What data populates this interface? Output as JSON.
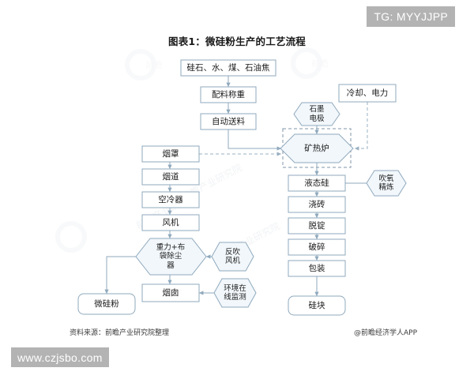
{
  "title": "图表1：微硅粉生产的工艺流程",
  "colors": {
    "box_border": "#8fa9bd",
    "box_fill": "#ffffff",
    "hex_border": "#8fa9bd",
    "hex_fill": "#f2f7fb",
    "line": "#8fa9bd",
    "dash_line": "#9ab0c2",
    "dash_box": "#7f95a8",
    "text": "#1c1c1c",
    "band_bg": "#b3b3b3",
    "band_text": "#ffffff"
  },
  "nodes": {
    "raw_materials": {
      "label": "硅石、水、煤、石油焦",
      "shape": "rect"
    },
    "batching": {
      "label": "配料称重",
      "shape": "rect"
    },
    "auto_feed": {
      "label": "自动送料",
      "shape": "rect"
    },
    "graphite_electrode": {
      "label": "石墨\n电极",
      "shape": "hexagon"
    },
    "cooling_power": {
      "label": "冷却、电力",
      "shape": "rect"
    },
    "submerged_arc_furnace": {
      "label": "矿热炉",
      "shape": "hexagon"
    },
    "fume_hood": {
      "label": "烟罩",
      "shape": "rect"
    },
    "flue": {
      "label": "烟道",
      "shape": "rect"
    },
    "air_cooler": {
      "label": "空冷器",
      "shape": "rect"
    },
    "fan": {
      "label": "风机",
      "shape": "rect"
    },
    "dust_collector": {
      "label": "重力+布\n袋除尘\n器",
      "shape": "hexagon"
    },
    "back_blow_fan": {
      "label": "反吹\n风机",
      "shape": "hexagon"
    },
    "chimney": {
      "label": "烟囱",
      "shape": "rect"
    },
    "env_monitor": {
      "label": "环境在\n线监测",
      "shape": "hexagon"
    },
    "micro_silica_powder": {
      "label": "微硅粉",
      "shape": "rounded"
    },
    "liquid_silicon": {
      "label": "液态硅",
      "shape": "rect"
    },
    "oxygen_refining": {
      "label": "吹氧\n精炼",
      "shape": "hexagon"
    },
    "brick_casting": {
      "label": "浇砖",
      "shape": "rect"
    },
    "ingot_removal": {
      "label": "脱锭",
      "shape": "rect"
    },
    "crushing": {
      "label": "破碎",
      "shape": "rect"
    },
    "packaging": {
      "label": "包装",
      "shape": "rect"
    },
    "silicon_block": {
      "label": "硅块",
      "shape": "rounded"
    }
  },
  "footer": {
    "source": "资料来源：前瞻产业研究院整理",
    "app": "@前瞻经济学人APP"
  },
  "overlays": {
    "telegram_band": "TG: MYYJJPP",
    "url_band": "www.czjsbo.com"
  },
  "watermarks": {
    "brand_a": "前瞻",
    "brand_b": "前瞻产业研究院"
  },
  "chart_data": {
    "type": "diagram",
    "title": "图表1：微硅粉生产的工艺流程",
    "flow_chains": [
      [
        "硅石、水、煤、石油焦",
        "配料称重",
        "自动送料",
        "矿热炉"
      ],
      [
        "矿热炉",
        "液态硅",
        "浇砖",
        "脱锭",
        "破碎",
        "包装",
        "硅块"
      ],
      [
        "烟罩",
        "烟道",
        "空冷器",
        "风机",
        "重力+布袋除尘器",
        "烟囱"
      ],
      [
        "重力+布袋除尘器",
        "微硅粉"
      ]
    ],
    "side_inputs": [
      {
        "from": "石墨电极",
        "to": "矿热炉"
      },
      {
        "from": "冷却、电力",
        "to": "矿热炉",
        "style": "dashed"
      },
      {
        "from": "烟罩",
        "to": "矿热炉",
        "style": "dashed"
      },
      {
        "from": "吹氧精炼",
        "to": "液态硅"
      },
      {
        "from": "反吹风机",
        "to": "重力+布袋除尘器"
      },
      {
        "from": "环境在线监测",
        "to": "烟囱"
      }
    ]
  }
}
